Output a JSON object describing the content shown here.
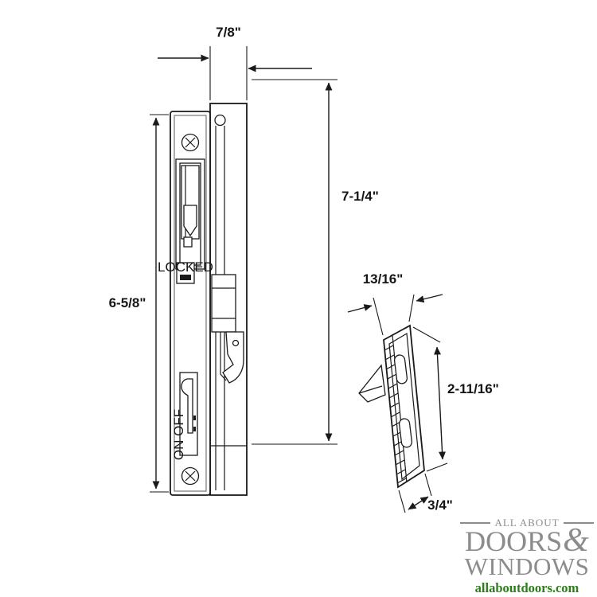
{
  "page": {
    "background": "#ffffff"
  },
  "diagram": {
    "title": "Flush mount sliding door handle set with keeper - line drawing",
    "handle": {
      "locked_label": "LOCKED",
      "onoff_label": "ON OFF"
    },
    "dims": {
      "width": "7/8\"",
      "height_overall": "7-1/4\"",
      "height_plate": "6-5/8\"",
      "keeper_width": "13/16\"",
      "keeper_height": "2-11/16\"",
      "keeper_depth": "3/4\""
    },
    "colors": {
      "line": "#1a1a1a"
    }
  },
  "logo": {
    "tagline": "ALL ABOUT",
    "name_line1": "DOORS",
    "ampersand": "&",
    "name_line2": "WINDOWS",
    "website": "allaboutdoors.com",
    "colors": {
      "gray": "#8c8c8c",
      "green": "#2e7d1d"
    }
  }
}
